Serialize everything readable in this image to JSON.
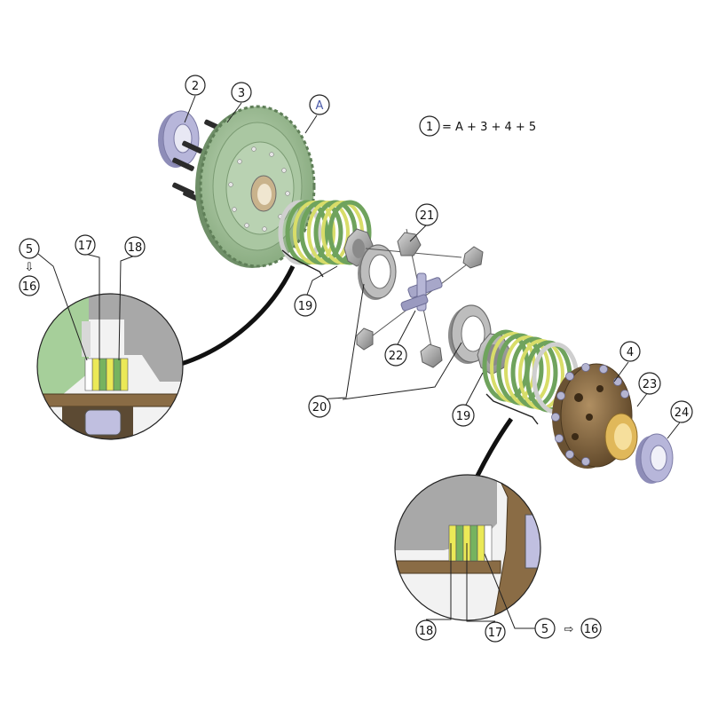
{
  "formula": {
    "index": "1",
    "text": "= A + 3 + 4 + 5"
  },
  "callouts": {
    "c2": "2",
    "c3": "3",
    "cA": "A",
    "c21": "21",
    "c19a": "19",
    "c20": "20",
    "c22": "22",
    "c19b": "19",
    "c4": "4",
    "c23": "23",
    "c24": "24"
  },
  "detail_left": {
    "c5": "5",
    "arrow": "⇩",
    "c16": "16",
    "c17": "17",
    "c18": "18"
  },
  "detail_right": {
    "c18": "18",
    "c17": "17",
    "c5": "5",
    "arrow": "⇨",
    "c16": "16"
  },
  "colors": {
    "gear_green": "#9cbf94",
    "plate_green": "#6fa35d",
    "plate_yellow": "#dfe66a",
    "housing_brown": "#7a5f3c",
    "bearing_lilac": "#a9a8cf",
    "steel_grey": "#a4a4a4",
    "accent_blue": "#4a5aa8"
  }
}
